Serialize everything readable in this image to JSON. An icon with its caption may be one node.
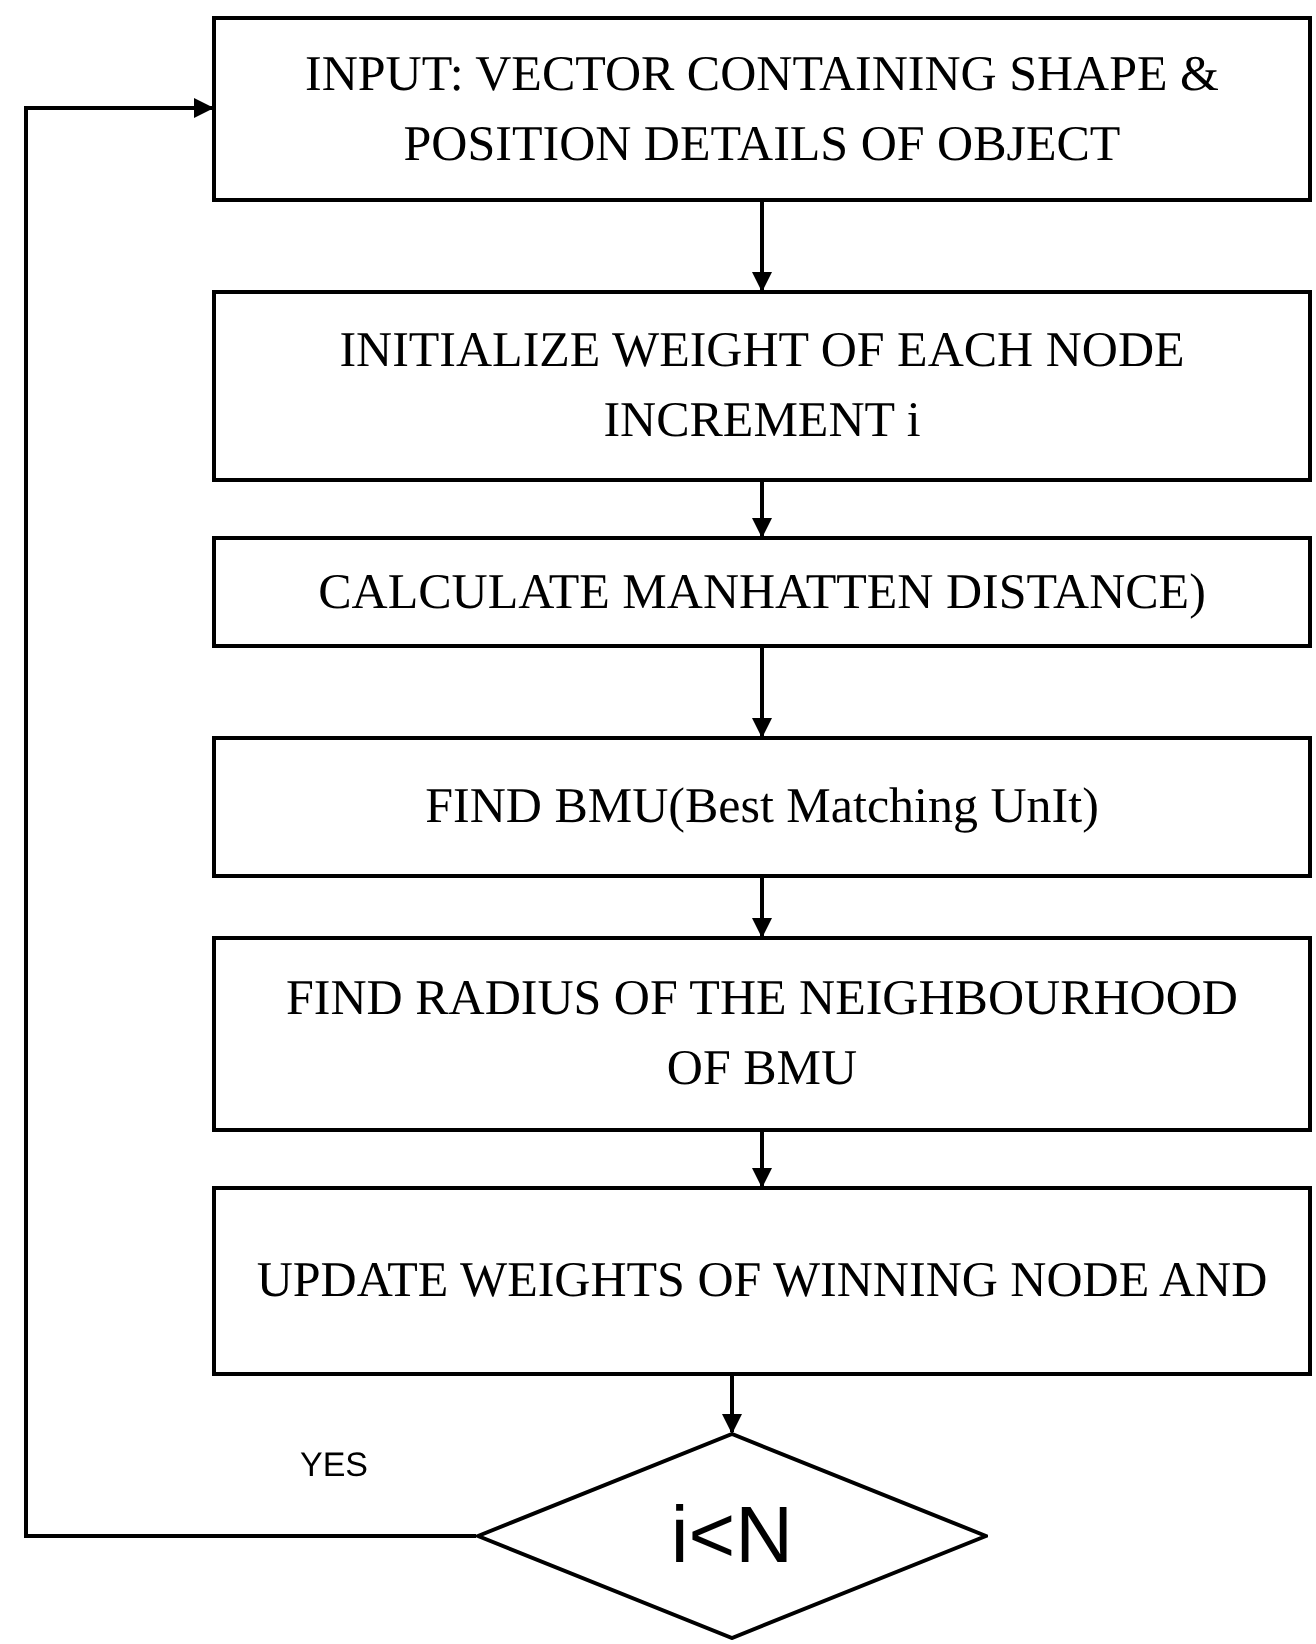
{
  "diagram": {
    "nodes": [
      {
        "text": [
          "INPUT: VECTOR CONTAINING SHAPE & POSITION DETAILS OF OBJECT"
        ]
      },
      {
        "text": [
          "INITIALIZE WEIGHT OF EACH NODE INCREMENT i"
        ]
      },
      {
        "text": [
          "CALCULATE MANHATTEN DISTANCE)"
        ]
      },
      {
        "text": [
          "FIND BMU(Best Matching UnIt)"
        ]
      },
      {
        "text": [
          "FIND RADIUS OF THE NEIGHBOURHOOD OF BMU"
        ]
      },
      {
        "text": [
          "UPDATE WEIGHTS OF WINNING NODE AND"
        ]
      },
      {
        "text": [
          "i<N"
        ]
      }
    ],
    "edges": [
      {
        "from": 0,
        "to": 1,
        "arrow": "to"
      },
      {
        "from": 1,
        "to": 2,
        "arrow": "to"
      },
      {
        "from": 2,
        "to": 3,
        "arrow": "to"
      },
      {
        "from": 3,
        "to": 4,
        "arrow": "to"
      },
      {
        "from": 4,
        "to": 5,
        "arrow": "to"
      },
      {
        "from": 5,
        "to": 6,
        "arrow": "to"
      },
      {
        "from": 6,
        "to": 0,
        "arrow": "to",
        "label": "YES"
      }
    ]
  }
}
